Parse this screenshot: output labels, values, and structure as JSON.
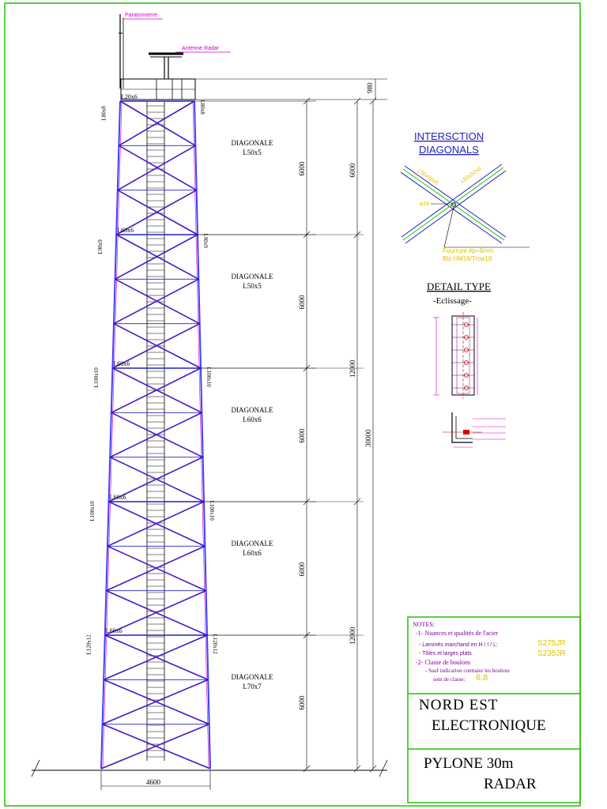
{
  "labels": {
    "lightning_rod": "Paratonnerre",
    "radar_antenna": "Antenne Radar"
  },
  "top_dims": {
    "platform_height": "980"
  },
  "segments": [
    {
      "id": "s1",
      "diagonal_title": "DIAGONALE",
      "diagonal_profile": "L50x5",
      "leg_left": "L80x8",
      "leg_right": "L80x8",
      "horizontal": "L20x6",
      "height": "6000"
    },
    {
      "id": "s2",
      "diagonal_title": "DIAGONALE",
      "diagonal_profile": "L50x5",
      "leg_left": "L90x9",
      "leg_right": "L90x9",
      "horizontal": "L60x6",
      "height": "6000"
    },
    {
      "id": "s3",
      "diagonal_title": "DIAGONALE",
      "diagonal_profile": "L60x6",
      "leg_left": "L100x10",
      "leg_right": "L100x10",
      "horizontal": "L60x6",
      "height": "6000"
    },
    {
      "id": "s4",
      "diagonal_title": "DIAGONALE",
      "diagonal_profile": "L60x6",
      "leg_left": "L100x10",
      "leg_right": "L100x10",
      "horizontal": "L60x6",
      "height": "6000"
    },
    {
      "id": "s5",
      "diagonal_title": "DIAGONALE",
      "diagonal_profile": "L70x7",
      "leg_left": "L120x12",
      "leg_right": "L120x12",
      "horizontal": "L60x6",
      "height": "6000"
    }
  ],
  "total_dims": {
    "upper_group": "6000",
    "middle_group": "12000",
    "lower_group": "12000",
    "total": "30000",
    "base_width": "4600"
  },
  "intersection": {
    "title_line1": "INTERSCTION",
    "title_line2": "DIAGONALS",
    "member_left": "L50x50x5",
    "member_right": "L50x50x5",
    "bolt": "ø18",
    "note_line1": "Fourrure ép=6mm",
    "note_line2": "Bls HM16/Tro⌀18"
  },
  "detail": {
    "title": "DETAIL TYPE",
    "subtitle": "-Eclissage-"
  },
  "notes": {
    "heading": "NOTES:",
    "n1": "-1- Nuances et qualités de l'acier",
    "n1a": "- Laminés marchand en H / I / L:",
    "n1a_val": "S275JR",
    "n1b": "- Tôles et larges plats",
    "n1b_val": "S235JR",
    "n2": "-2- Classe de boulons",
    "n2a": "- Sauf indication contraire les boulons",
    "n2b": "sont de classe:",
    "n2b_val": "6.8"
  },
  "title_block": {
    "company_line1": "NORD EST",
    "company_line2": "ELECTRONIQUE",
    "project_line1": "PYLONE 30m",
    "project_line2": "RADAR"
  },
  "colors": {
    "frame": "#22c000",
    "legs": "#4040ff",
    "bracing": "#2020c0",
    "magenta": "#d000d0",
    "accent_yellow": "#e0c000"
  }
}
